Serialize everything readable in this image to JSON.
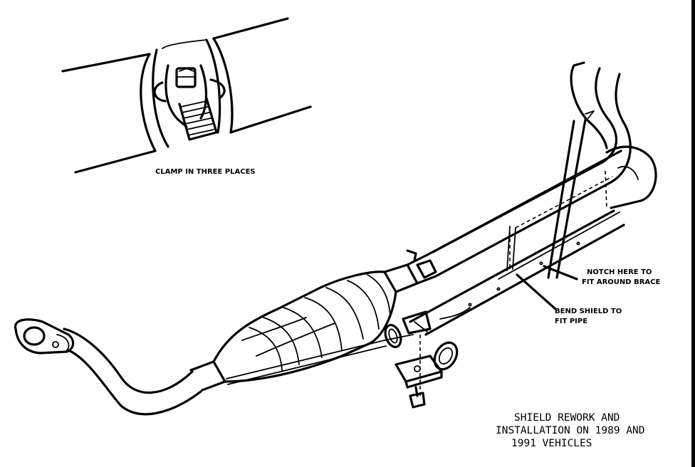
{
  "labels": {
    "clamp": "CLAMP IN THREE PLACES",
    "notch_line1": "NOTCH HERE TO",
    "notch_line2": "FIT AROUND BRACE",
    "bend_line1": "BEND SHIELD TO",
    "bend_line2": "FIT PIPE"
  },
  "caption": {
    "line1": "SHIELD REWORK AND",
    "line2": "INSTALLATION ON 1989 AND",
    "line3": "1991 VEHICLES"
  }
}
